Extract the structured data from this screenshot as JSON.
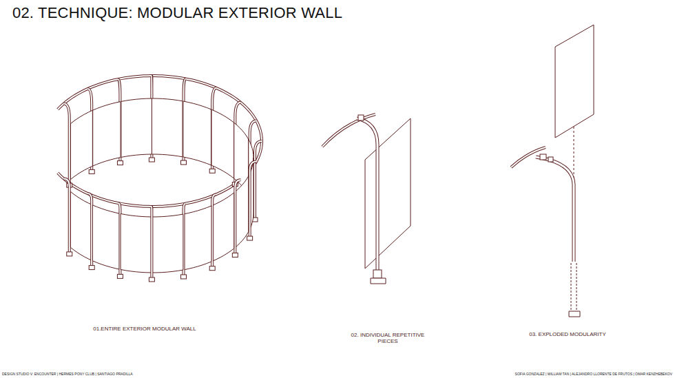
{
  "diagram": {
    "title": "02. TECHNIQUE: MODULAR EXTERIOR WALL",
    "labels": [
      "01.ENTIRE EXTERIOR MODULAR WALL",
      "02. INDIVIDUAL REPETITIVE PIECES",
      "03. EXPLODED MODULARITY",
      "DESIGN STUDIO V: ENCOUNTER | HERMES PONY CLUB | SANTIAGO PRADILLA",
      "SOFIA GONZALEZ | WILLIAM TAN | ALEJANDRO LLORENTE DE FRUTOS | OMAR KENZHEBEKOV"
    ]
  }
}
